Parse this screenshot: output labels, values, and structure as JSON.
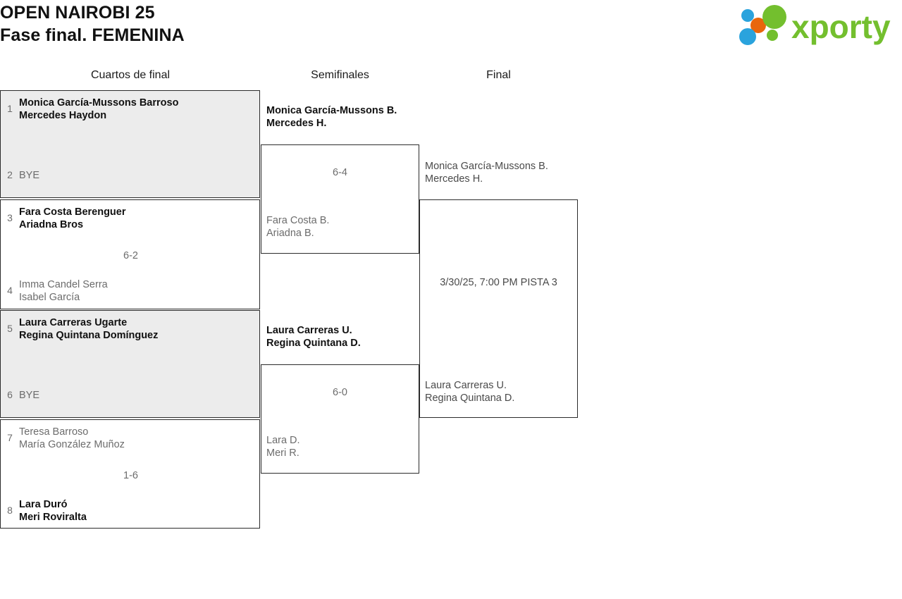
{
  "header": {
    "tournament_title": "OPEN NAIROBI 25",
    "phase_title": "Fase final. FEMENINA",
    "logo_text": "xporty",
    "logo_colors": {
      "green": "#73bf2e",
      "orange": "#e8660c",
      "blue": "#2aa3dd"
    }
  },
  "rounds": [
    {
      "label": "Cuartos de final"
    },
    {
      "label": "Semifinales"
    },
    {
      "label": "Final"
    }
  ],
  "quarterfinals": [
    {
      "shaded": true,
      "score": "",
      "top": {
        "seed": "1",
        "player1": "Monica García-Mussons Barroso",
        "player2": "Mercedes Haydon",
        "result": "winner"
      },
      "bottom": {
        "seed": "2",
        "player1": "BYE",
        "player2": "",
        "result": "bye"
      }
    },
    {
      "shaded": false,
      "score": "6-2",
      "top": {
        "seed": "3",
        "player1": "Fara Costa Berenguer",
        "player2": "Ariadna Bros",
        "result": "winner"
      },
      "bottom": {
        "seed": "4",
        "player1": "Imma Candel Serra",
        "player2": "Isabel García",
        "result": "loser"
      }
    },
    {
      "shaded": true,
      "score": "",
      "top": {
        "seed": "5",
        "player1": "Laura Carreras Ugarte",
        "player2": "Regina Quintana Domínguez",
        "result": "winner"
      },
      "bottom": {
        "seed": "6",
        "player1": "BYE",
        "player2": "",
        "result": "bye"
      }
    },
    {
      "shaded": false,
      "score": "1-6",
      "top": {
        "seed": "7",
        "player1": "Teresa Barroso",
        "player2": "María González Muñoz",
        "result": "loser"
      },
      "bottom": {
        "seed": "8",
        "player1": "Lara Duró",
        "player2": "Meri Roviralta",
        "result": "winner"
      }
    }
  ],
  "semifinals": [
    {
      "score": "6-4",
      "top": {
        "player1": "Monica García-Mussons B.",
        "player2": "Mercedes H.",
        "result": "winner"
      },
      "bottom": {
        "player1": "Fara Costa B.",
        "player2": "Ariadna B.",
        "result": "loser"
      }
    },
    {
      "score": "6-0",
      "top": {
        "player1": "Laura Carreras U.",
        "player2": "Regina Quintana D.",
        "result": "winner"
      },
      "bottom": {
        "player1": "Lara D.",
        "player2": "Meri R.",
        "result": "loser"
      }
    }
  ],
  "final": {
    "schedule": "3/30/25, 7:00 PM PISTA 3",
    "top": {
      "player1": "Monica García-Mussons B.",
      "player2": "Mercedes H."
    },
    "bottom": {
      "player1": "Laura Carreras U.",
      "player2": "Regina Quintana D."
    }
  }
}
